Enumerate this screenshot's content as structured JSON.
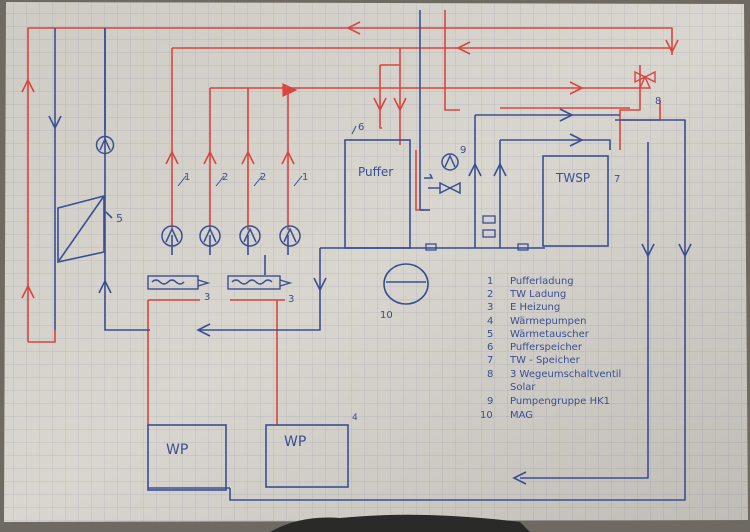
{
  "diagram": {
    "boxes": {
      "puffer": "Puffer",
      "twsp": "TWSP",
      "wp_left": "WP",
      "wp_right": "WP"
    },
    "callouts": {
      "exchanger": "5",
      "puffer": "6",
      "twsp": "7",
      "valve": "8",
      "pump_group": "9",
      "expansion_vessel": "10",
      "wp_right": "4",
      "heater_left": "3",
      "heater_right": "3",
      "pump_1": "1",
      "pump_2": "2",
      "pump_3": "2",
      "pump_4": "1"
    },
    "legend": [
      {
        "num": "1",
        "text": "Pufferladung"
      },
      {
        "num": "2",
        "text": "TW Ladung"
      },
      {
        "num": "3",
        "text": "E Heizung"
      },
      {
        "num": "4",
        "text": "Wärmepumpen"
      },
      {
        "num": "5",
        "text": "Wärmetauscher"
      },
      {
        "num": "6",
        "text": "Pufferspeicher"
      },
      {
        "num": "7",
        "text": "TW - Speicher"
      },
      {
        "num": "8",
        "text": "3 Wegeumschaltventil"
      },
      {
        "num": "",
        "text": "Solar"
      },
      {
        "num": "9",
        "text": "Pumpengruppe HK1"
      },
      {
        "num": "10",
        "text": "MAG"
      }
    ],
    "colors": {
      "paper": "#d9d6cf",
      "grid": "#b5b8c0",
      "red": "#d8463e",
      "blue": "#3a4f93"
    }
  }
}
